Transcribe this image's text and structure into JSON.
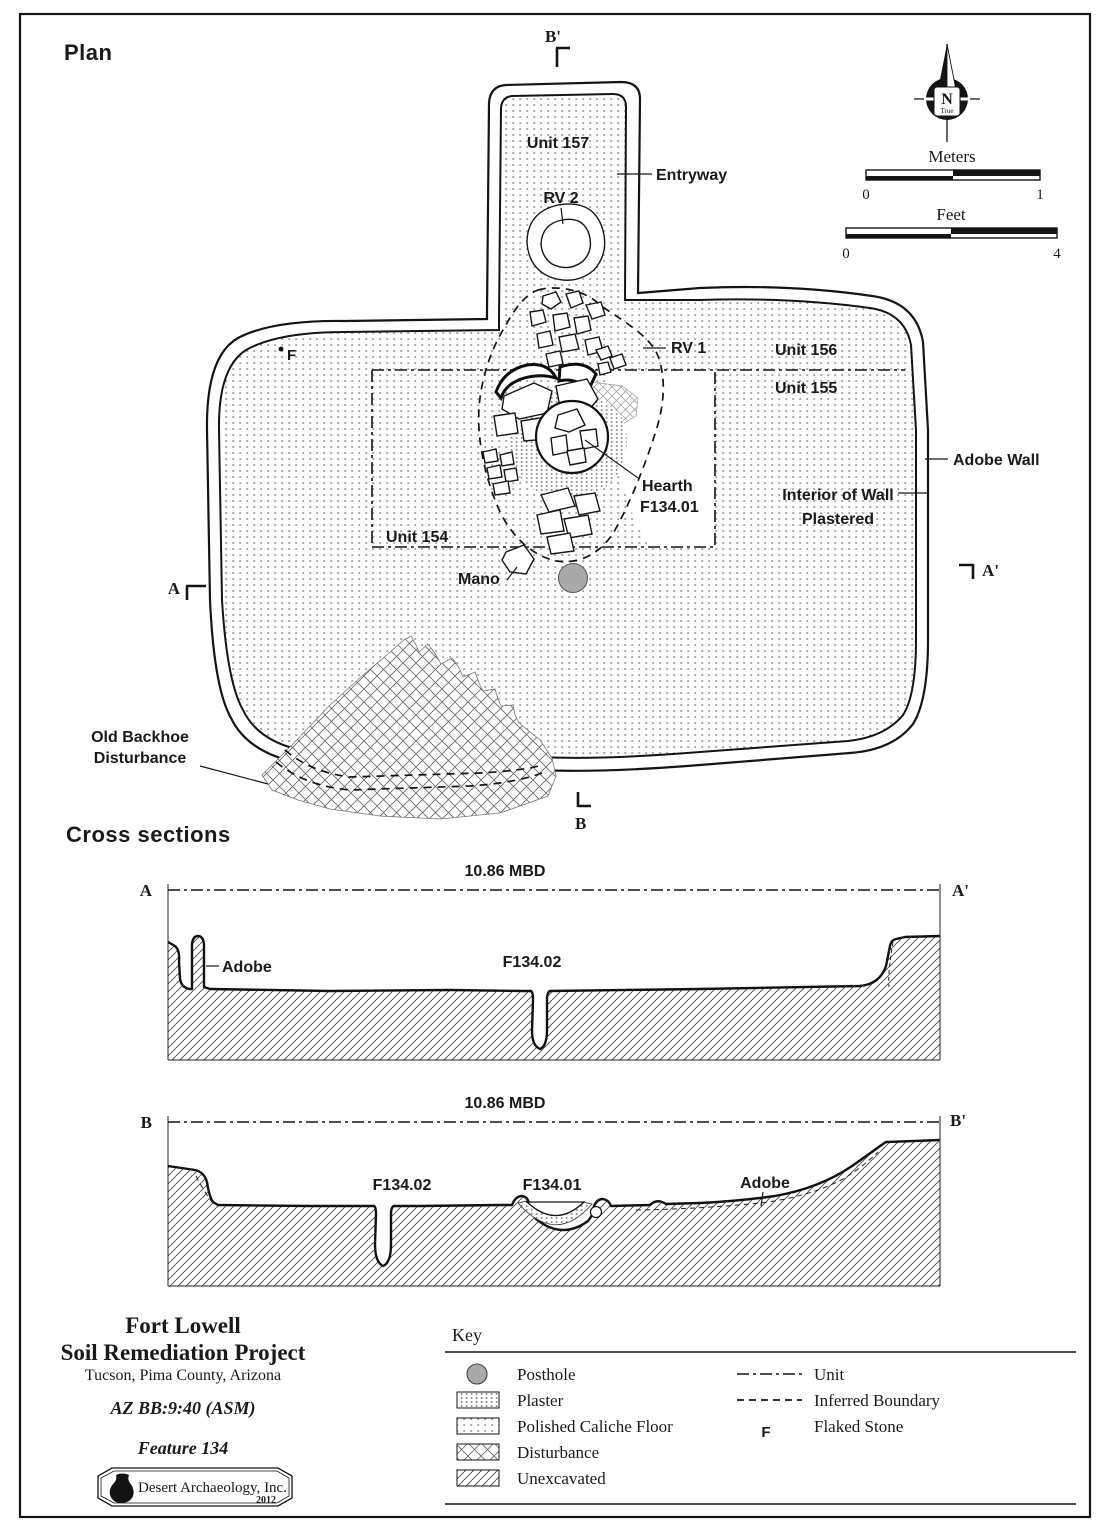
{
  "page": {
    "plan_heading": "Plan",
    "cross_sections_heading": "Cross sections"
  },
  "plan": {
    "labels": {
      "unit157": "Unit 157",
      "entryway": "Entryway",
      "rv2": "RV 2",
      "rv1": "RV 1",
      "unit156": "Unit 156",
      "unit155": "Unit 155",
      "unit154": "Unit 154",
      "hearth_line1": "Hearth",
      "hearth_line2": "F134.01",
      "adobe_wall": "Adobe Wall",
      "interior_line1": "Interior of Wall",
      "interior_line2": "Plastered",
      "mano": "Mano",
      "backhoe_line1": "Old Backhoe",
      "backhoe_line2": "Disturbance",
      "flaked_stone_marker": "F"
    },
    "section_markers": {
      "a": "A",
      "a_prime": "A'",
      "b": "B",
      "b_prime": "B'"
    }
  },
  "compass": {
    "letter": "N",
    "true_label": "True"
  },
  "scale_bars": {
    "meters": {
      "label": "Meters",
      "start": "0",
      "end": "1"
    },
    "feet": {
      "label": "Feet",
      "start": "0",
      "end": "4"
    }
  },
  "section_a": {
    "datum": "10.86 MBD",
    "start": "A",
    "end": "A'",
    "adobe": "Adobe",
    "pit": "F134.02"
  },
  "section_b": {
    "datum": "10.86 MBD",
    "start": "B",
    "end": "B'",
    "pit": "F134.02",
    "hearth": "F134.01",
    "adobe": "Adobe"
  },
  "title_block": {
    "line1": "Fort Lowell",
    "line2": "Soil Remediation Project",
    "line3": "Tucson, Pima County, Arizona",
    "site": "AZ BB:9:40 (ASM)",
    "feature": "Feature 134",
    "firm": "Desert Archaeology, Inc.",
    "year": "2012"
  },
  "key": {
    "heading": "Key",
    "posthole": "Posthole",
    "plaster": "Plaster",
    "caliche": "Polished Caliche Floor",
    "disturbance": "Disturbance",
    "unexcavated": "Unexcavated",
    "unit": "Unit",
    "inferred": "Inferred Boundary",
    "flaked": "Flaked Stone",
    "flaked_symbol": "F"
  },
  "colors": {
    "ink": "#1a1a1a",
    "paper": "#ffffff",
    "posthole_gray": "#a9a9a9"
  }
}
